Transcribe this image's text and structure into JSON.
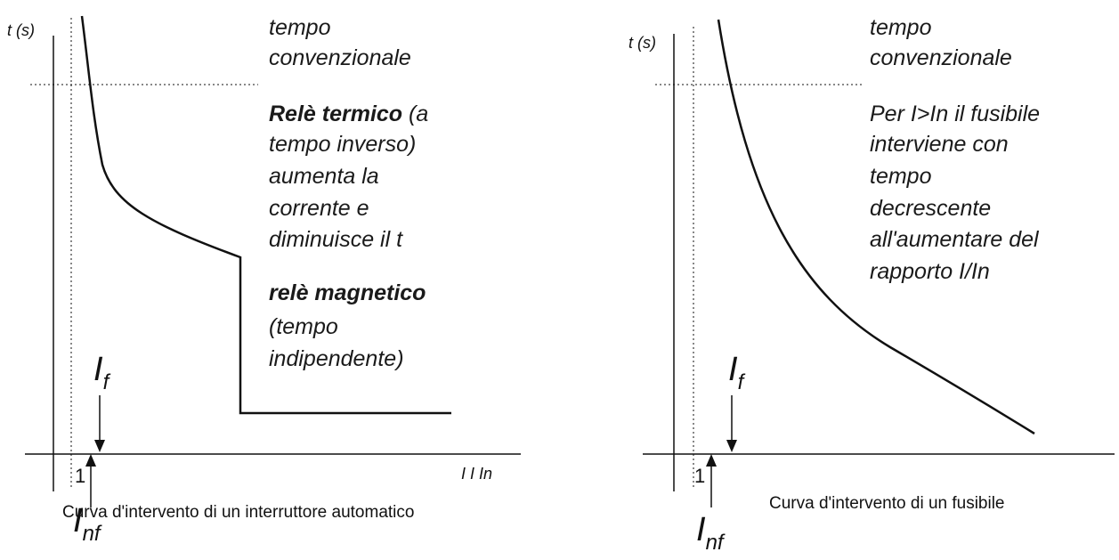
{
  "left_panel": {
    "y_axis_label": "t (s)",
    "x_axis_label": "I  I In",
    "tick_one": "1",
    "if_symbol": "I",
    "if_sub": "f",
    "inf_symbol": "I",
    "inf_sub": "nf",
    "text_conv_1": "tempo",
    "text_conv_2": "convenzionale",
    "termico_bold": "Relè termico",
    "termico_rest": " (a",
    "termico_2": "tempo inverso)",
    "termico_3": "aumenta la",
    "termico_4": "corrente e",
    "termico_5": "diminuisce il t",
    "magnetico_bold": "relè magnetico",
    "magnetico_2": "(tempo",
    "magnetico_3": "indipendente)",
    "caption": "Curva d'intervento di un  interruttore  automatico"
  },
  "right_panel": {
    "y_axis_label": "t (s)",
    "tick_one": "1",
    "if_symbol": "I",
    "if_sub": "f",
    "inf_symbol": "I",
    "inf_sub": "nf",
    "text_conv_1": "tempo",
    "text_conv_2": "convenzionale",
    "fuse_1": "Per I>In il fusibile",
    "fuse_2": "interviene con",
    "fuse_3": "tempo",
    "fuse_4": "decrescente",
    "fuse_5": "all'aumentare del",
    "fuse_6": "rapporto I/In",
    "caption": "Curva d'intervento di un  fusibile"
  },
  "colors": {
    "line": "#111111",
    "text": "#1a1a1a"
  }
}
